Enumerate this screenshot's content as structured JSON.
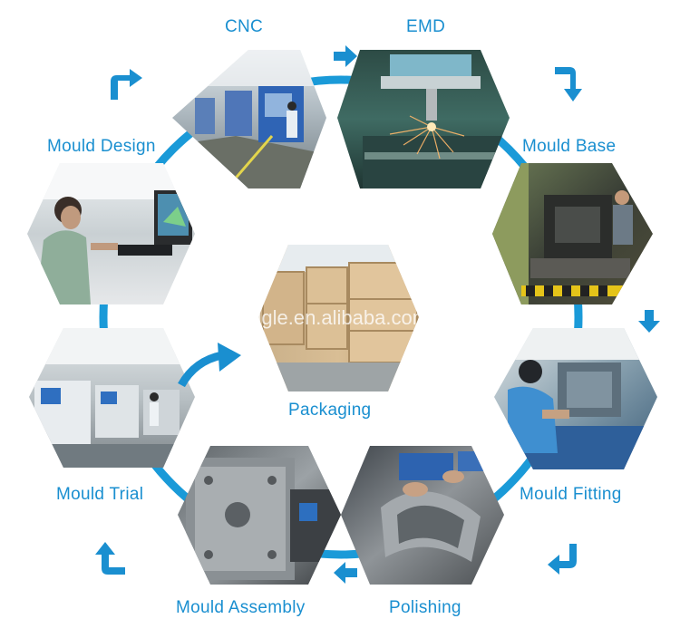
{
  "colors": {
    "accent": "#1a8fd0",
    "ring": "#1a9ad8",
    "background": "#ffffff"
  },
  "watermark": "kinggle.en.alibaba.com",
  "steps": [
    {
      "id": "cnc",
      "label": "CNC",
      "photo": "cnc-workshop"
    },
    {
      "id": "emd",
      "label": "EMD",
      "photo": "edm-sparks"
    },
    {
      "id": "mould-base",
      "label": "Mould Base",
      "photo": "mould-base-machine"
    },
    {
      "id": "mould-fitting",
      "label": "Mould Fitting",
      "photo": "worker-fitting-mould"
    },
    {
      "id": "polishing",
      "label": "Polishing",
      "photo": "hands-polishing-mould"
    },
    {
      "id": "mould-assembly",
      "label": "Mould Assembly",
      "photo": "steel-mould-block"
    },
    {
      "id": "mould-trial",
      "label": "Mould Trial",
      "photo": "injection-machines"
    },
    {
      "id": "mould-design",
      "label": "Mould Design",
      "photo": "engineer-at-computer"
    }
  ],
  "center": {
    "id": "packaging",
    "label": "Packaging",
    "photo": "wooden-crates-warehouse"
  },
  "arrow_icons": [
    "arrow-right-icon",
    "arrow-down-icon"
  ]
}
